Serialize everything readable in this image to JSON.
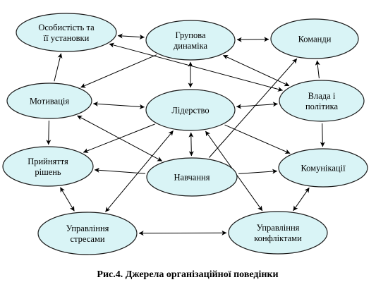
{
  "diagram": {
    "caption": "Рис.4. Джерела організаційної поведінки",
    "nodes": [
      {
        "id": "osobystist",
        "lines": [
          "Особистість та",
          "її установки"
        ]
      },
      {
        "id": "hrupova",
        "lines": [
          "Групова",
          "динаміка"
        ]
      },
      {
        "id": "komandy",
        "lines": [
          "Команди"
        ]
      },
      {
        "id": "motyvatsiia",
        "lines": [
          "Мотивація"
        ]
      },
      {
        "id": "liderstvo",
        "lines": [
          "Лідерство"
        ]
      },
      {
        "id": "vlada",
        "lines": [
          "Влада і",
          "політика"
        ]
      },
      {
        "id": "pryiniattia",
        "lines": [
          "Прийняття",
          "рішень"
        ]
      },
      {
        "id": "navchannia",
        "lines": [
          "Навчання"
        ]
      },
      {
        "id": "komunikatsii",
        "lines": [
          "Комунікації"
        ]
      },
      {
        "id": "stresy",
        "lines": [
          "Управління",
          "стресами"
        ]
      },
      {
        "id": "konflikty",
        "lines": [
          "Управління",
          "конфліктами"
        ]
      }
    ],
    "edges": [
      {
        "from": "osobystist",
        "to": "hrupova",
        "type": "both"
      },
      {
        "from": "hrupova",
        "to": "komandy",
        "type": "both"
      },
      {
        "from": "osobystist",
        "to": "vlada",
        "type": "both"
      },
      {
        "from": "hrupova",
        "to": "motyvatsiia",
        "type": "forward"
      },
      {
        "from": "motyvatsiia",
        "to": "osobystist",
        "type": "forward"
      },
      {
        "from": "hrupova",
        "to": "liderstvo",
        "type": "both"
      },
      {
        "from": "hrupova",
        "to": "vlada",
        "type": "both"
      },
      {
        "from": "vlada",
        "to": "komandy",
        "type": "forward"
      },
      {
        "from": "motyvatsiia",
        "to": "liderstvo",
        "type": "both"
      },
      {
        "from": "liderstvo",
        "to": "vlada",
        "type": "both"
      },
      {
        "from": "motyvatsiia",
        "to": "pryiniattia",
        "type": "forward"
      },
      {
        "from": "motyvatsiia",
        "to": "navchannia",
        "type": "both"
      },
      {
        "from": "vlada",
        "to": "komunikatsii",
        "type": "forward"
      },
      {
        "from": "liderstvo",
        "to": "pryiniattia",
        "type": "forward"
      },
      {
        "from": "liderstvo",
        "to": "navchannia",
        "type": "both"
      },
      {
        "from": "liderstvo",
        "to": "komunikatsii",
        "type": "forward"
      },
      {
        "from": "navchannia",
        "to": "komandy",
        "type": "forward"
      },
      {
        "from": "navchannia",
        "to": "pryiniattia",
        "type": "forward"
      },
      {
        "from": "navchannia",
        "to": "komunikatsii",
        "type": "forward"
      },
      {
        "from": "pryiniattia",
        "to": "stresy",
        "type": "both"
      },
      {
        "from": "liderstvo",
        "to": "stresy",
        "type": "both"
      },
      {
        "from": "liderstvo",
        "to": "konflikty",
        "type": "both"
      },
      {
        "from": "stresy",
        "to": "konflikty",
        "type": "both"
      },
      {
        "from": "komunikatsii",
        "to": "konflikty",
        "type": "both"
      }
    ]
  }
}
